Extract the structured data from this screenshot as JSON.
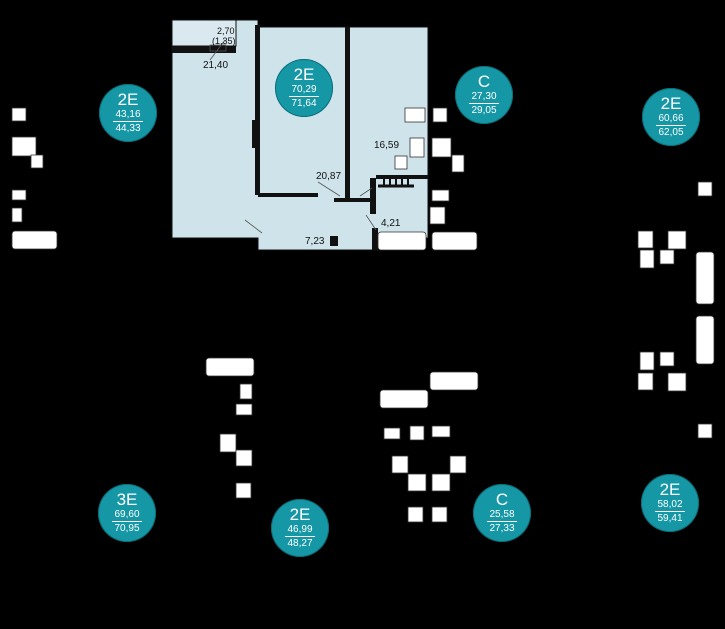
{
  "room_labels": {
    "loggia_area": "2,70",
    "loggia_reduced": "(1,35)",
    "room1_area": "21,40",
    "room2_area": "16,59",
    "kitchen_area": "20,87",
    "bath_area": "4,21",
    "hall_area": "7,23"
  },
  "apartments": [
    {
      "type": "2Е",
      "area_living": "70,29",
      "area_total": "71,64"
    },
    {
      "type": "С",
      "area_living": "27,30",
      "area_total": "29,05"
    },
    {
      "type": "2Е",
      "area_living": "43,16",
      "area_total": "44,33"
    },
    {
      "type": "2Е",
      "area_living": "60,66",
      "area_total": "62,05"
    },
    {
      "type": "3Е",
      "area_living": "69,60",
      "area_total": "70,95"
    },
    {
      "type": "2Е",
      "area_living": "46,99",
      "area_total": "48,27"
    },
    {
      "type": "С",
      "area_living": "25,58",
      "area_total": "27,33"
    },
    {
      "type": "2Е",
      "area_living": "58,02",
      "area_total": "59,41"
    }
  ],
  "colors": {
    "background": "#000000",
    "badge": "#1697a6",
    "selected_fill": "#cfe3ea"
  }
}
